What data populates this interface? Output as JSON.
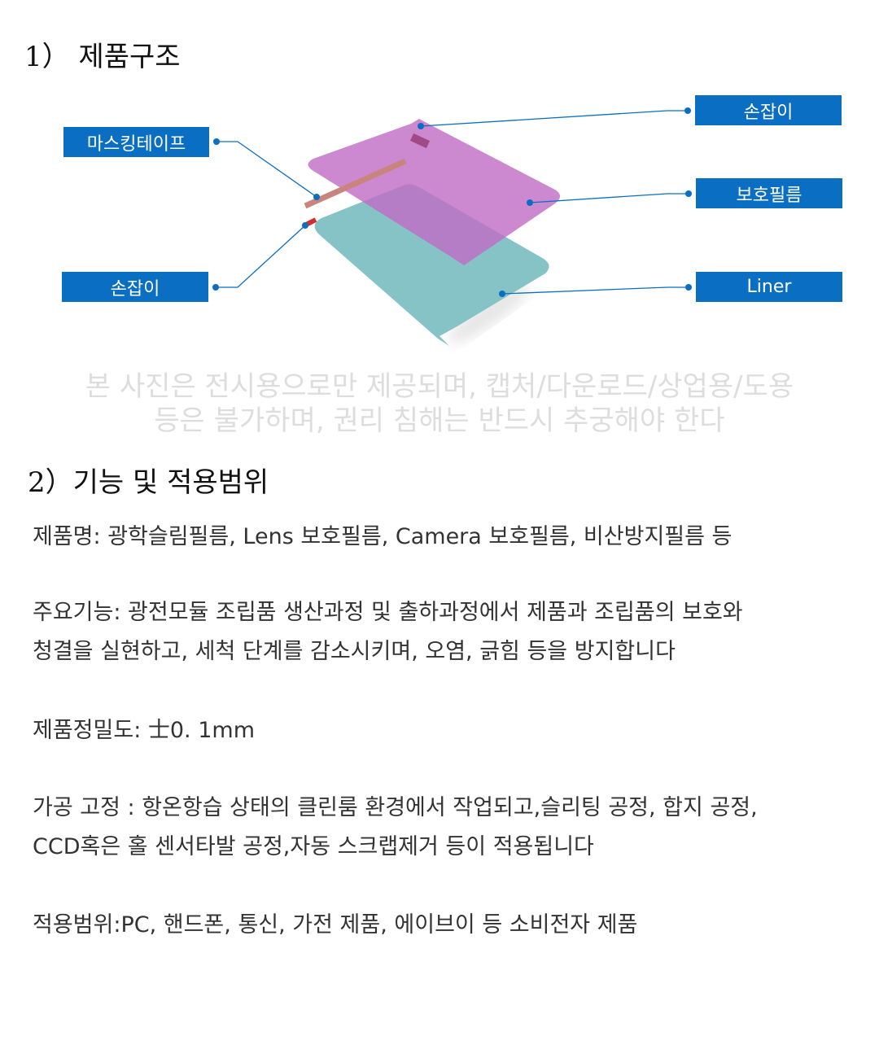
{
  "section1": {
    "title": "1） 제품구조"
  },
  "diagram": {
    "labels": {
      "masking_tape": "마스킹테이프",
      "handle_left": "손잡이",
      "handle_right": "손잡이",
      "protective_film": "보호필름",
      "liner": "Liner"
    },
    "colors": {
      "label_bg": "#0a6fc2",
      "film": "#c57fcc",
      "liner": "#7fc0c3"
    }
  },
  "watermark": {
    "line1": "본 사진은 전시용으로만 제공되며, 캡처/다운로드/상업용/도용",
    "line2": "등은 불가하며, 권리 침해는 반드시 추궁해야 한다"
  },
  "section2": {
    "title": "2）기능 및 적용범위",
    "lines": [
      "제품명: 광학슬림필름, Lens 보호필름, Camera 보호필름, 비산방지필름 등",
      "주요기능: 광전모듈 조립품 생산과정 및 출하과정에서 제품과 조립품의 보호와",
      "청결을 실현하고, 세척 단계를 감소시키며, 오염, 긁힘 등을 방지합니다",
      "제품정밀도: 士0. 1mm",
      "가공 고정 : 항온항습 상태의 클린룸 환경에서 작업되고,슬리팅 공정, 합지 공정,",
      "CCD혹은 홀 센서타발 공정,자동 스크랩제거 등이 적용됩니다",
      "적용범위:PC, 핸드폰, 통신, 가전 제품, 에이브이 등 소비전자 제품"
    ]
  }
}
